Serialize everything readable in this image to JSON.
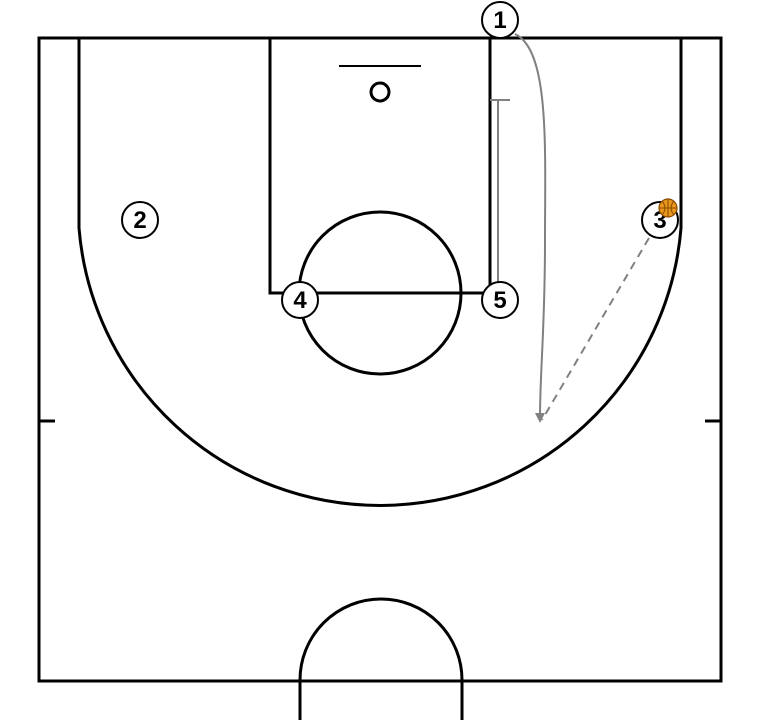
{
  "colors": {
    "court_lines": "#000000",
    "background": "#ffffff",
    "movement_path": "#808080",
    "ball": "#e8961e"
  },
  "players": [
    {
      "id": "player-1",
      "label": "1"
    },
    {
      "id": "player-2",
      "label": "2"
    },
    {
      "id": "player-3",
      "label": "3",
      "has_ball": true
    },
    {
      "id": "player-4",
      "label": "4"
    },
    {
      "id": "player-5",
      "label": "5"
    }
  ],
  "actions": [
    {
      "type": "cut",
      "from": "1",
      "style": "solid"
    },
    {
      "type": "pass",
      "from": "3",
      "style": "dashed"
    },
    {
      "type": "screen",
      "by": "5"
    }
  ]
}
